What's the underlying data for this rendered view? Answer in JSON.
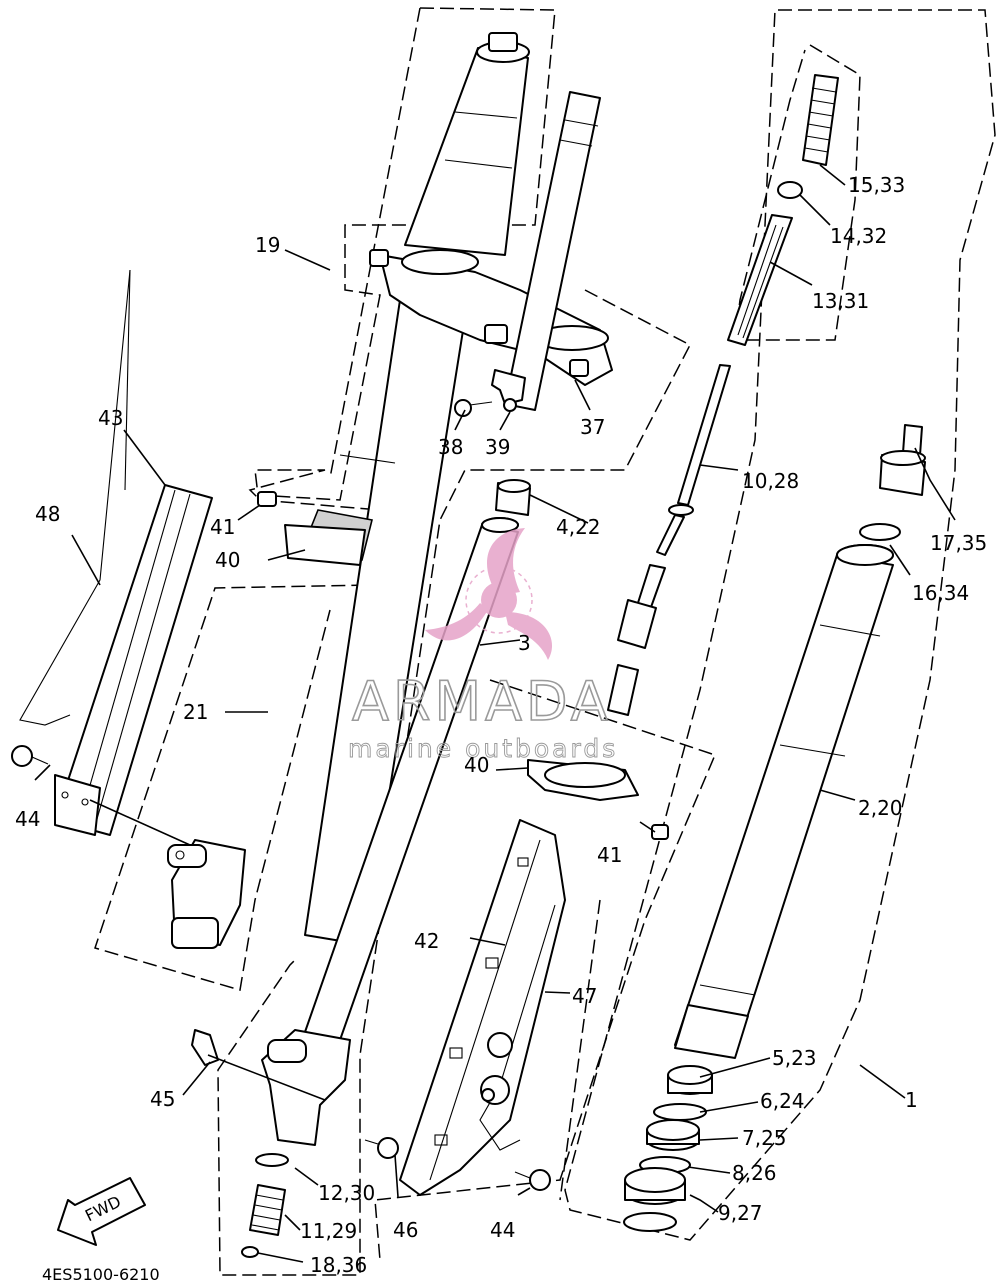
{
  "diagram_code": "4ES5100-6210",
  "watermark": {
    "brand": "ARMADA",
    "tagline": "marine outboards",
    "logo_color": "#e6a3c8"
  },
  "fwd_label": "FWD",
  "callouts": {
    "c1": "1",
    "c2_20": "2,20",
    "c3": "3",
    "c4_22": "4,22",
    "c5_23": "5,23",
    "c6_24": "6,24",
    "c7_25": "7,25",
    "c8_26": "8,26",
    "c9_27": "9,27",
    "c10_28": "10,28",
    "c11_29": "11,29",
    "c12_30": "12,30",
    "c13_31": "13,31",
    "c14_32": "14,32",
    "c15_33": "15,33",
    "c16_34": "16,34",
    "c17_35": "17,35",
    "c18_36": "18,36",
    "c19": "19",
    "c21": "21",
    "c37": "37",
    "c38": "38",
    "c39": "39",
    "c40a": "40",
    "c40b": "40",
    "c41a": "41",
    "c41b": "41",
    "c42": "42",
    "c43": "43",
    "c44a": "44",
    "c44b": "44",
    "c45": "45",
    "c46": "46",
    "c47": "47",
    "c48": "48"
  }
}
